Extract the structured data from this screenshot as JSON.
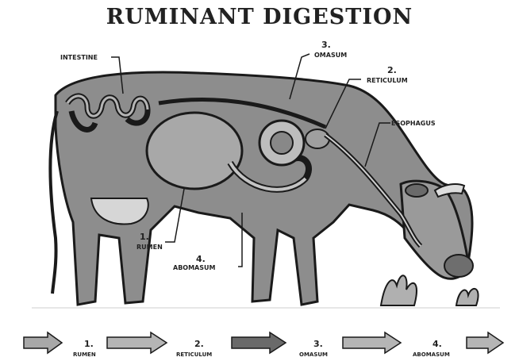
{
  "title": "RUMINANT DIGESTION",
  "labels": {
    "intestine": "INTESTINE",
    "omasum_num": "3.",
    "omasum": "OMASUM",
    "reticulum_num": "2.",
    "reticulum": "RETICULUM",
    "esophagus": "ESOPHAGUS",
    "rumen_num": "1.",
    "rumen": "RUMEN",
    "abomasum_num": "4.",
    "abomasum": "ABOMASUM"
  },
  "flow": [
    {
      "num": "1.",
      "name": "RUMEN"
    },
    {
      "num": "2.",
      "name": "RETICULUM"
    },
    {
      "num": "3.",
      "name": "OMASUM"
    },
    {
      "num": "4.",
      "name": "ABOMASUM"
    }
  ]
}
